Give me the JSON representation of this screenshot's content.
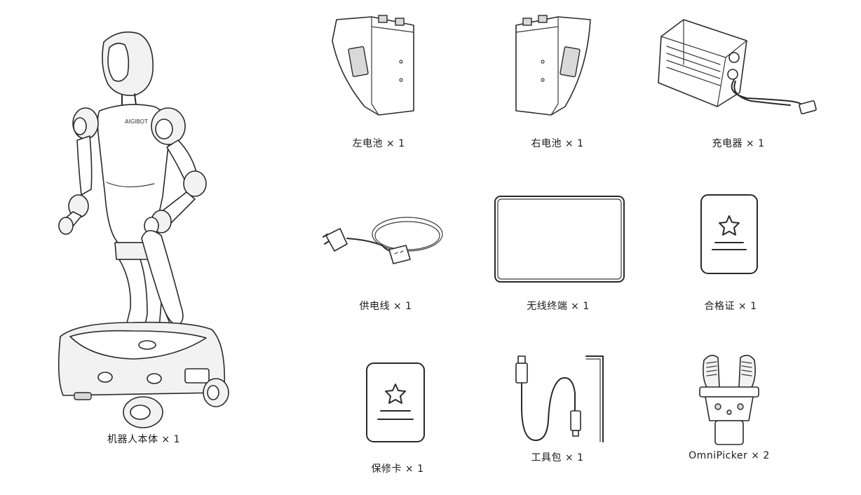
{
  "items": [
    {
      "name": "robot-body",
      "label": "机器人本体 × 1",
      "icon": "humanoid-robot-icon",
      "brand_text": "AIGIBOT"
    },
    {
      "name": "left-battery",
      "label": "左电池 × 1",
      "icon": "left-battery-icon"
    },
    {
      "name": "right-battery",
      "label": "右电池 × 1",
      "icon": "right-battery-icon"
    },
    {
      "name": "charger",
      "label": "充电器 × 1",
      "icon": "charger-icon"
    },
    {
      "name": "power-cable",
      "label": "供电线 × 1",
      "icon": "power-cable-icon"
    },
    {
      "name": "wireless-terminal",
      "label": "无线终端 × 1",
      "icon": "tablet-icon"
    },
    {
      "name": "certificate",
      "label": "合格证 × 1",
      "icon": "certificate-card-icon"
    },
    {
      "name": "warranty-card",
      "label": "保修卡 × 1",
      "icon": "warranty-card-icon"
    },
    {
      "name": "toolkit",
      "label": "工具包 × 1",
      "icon": "usb-cable-hex-key-icon"
    },
    {
      "name": "omnipicker",
      "label": "OmniPicker × 2",
      "icon": "gripper-icon"
    }
  ]
}
